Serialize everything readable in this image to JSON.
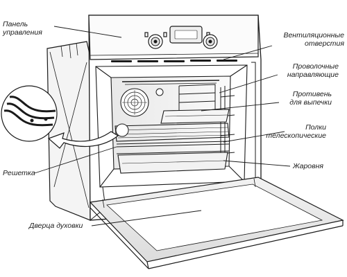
{
  "labels": {
    "control_panel": [
      "Панель",
      "управления"
    ],
    "vents": [
      "Вентиляционные",
      "отверстия"
    ],
    "wire_guides": [
      "Проволочные",
      "направляющие"
    ],
    "baking_tray": [
      "Противень",
      "для выпечки"
    ],
    "telescopic_shelves": [
      "Полки",
      "телескопические"
    ],
    "grill_tray": "Жаровня",
    "rack": "Решетка",
    "oven_door": "Дверца духовки"
  },
  "colors": {
    "line": "#1a1a1a",
    "background": "#ffffff",
    "shade": "#e6e6e6"
  }
}
